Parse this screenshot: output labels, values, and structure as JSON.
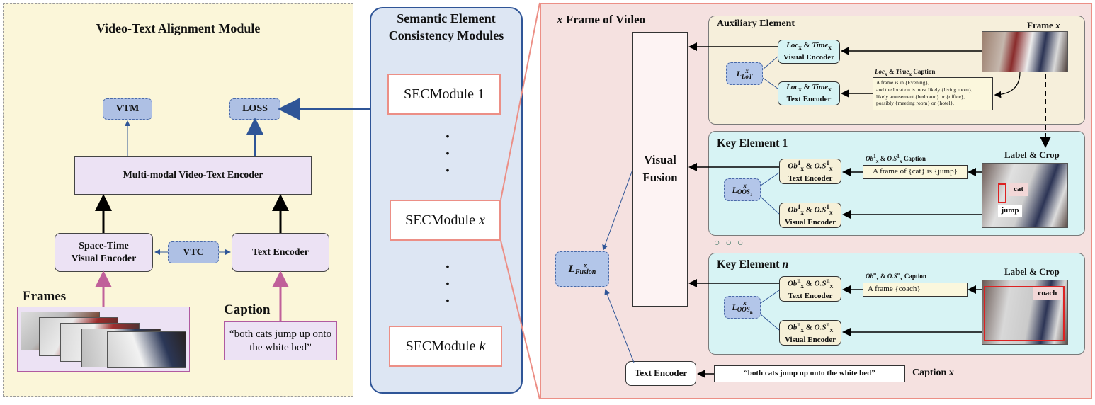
{
  "left": {
    "title": "Video-Text Alignment Module",
    "vtm": "VTM",
    "loss": "LOSS",
    "encoder": "Multi-modal Video-Text Encoder",
    "st_line1": "Space-Time",
    "st_line2": "Visual Encoder",
    "vtc": "VTC",
    "text_encoder": "Text Encoder",
    "frames_label": "Frames",
    "caption_label": "Caption",
    "caption_text": "“both cats jump up onto the white bed”"
  },
  "middle": {
    "title_line1": "Semantic Element",
    "title_line2": "Consistency Modules",
    "module1": "SECModule 1",
    "modulex_prefix": "SECModule",
    "modulex_var": "x",
    "modulek_prefix": "SECModule",
    "modulek_var": "k"
  },
  "right": {
    "title_var": "x",
    "title_text": "Frame of Video",
    "visual_fusion_line1": "Visual",
    "visual_fusion_line2": "Fusion",
    "fusion_loss_main": "L",
    "fusion_loss_sup": "x",
    "fusion_loss_sub": "Fusion",
    "text_encoder": "Text Encoder",
    "caption_text": "“both cats jump up onto the white bed”",
    "caption_label": "Caption",
    "caption_var": "x",
    "aux": {
      "title": "Auxiliary Element",
      "frame_label": "Frame",
      "frame_var": "x",
      "loc": "Loc",
      "time": "Time",
      "and": "&",
      "sub": "x",
      "visual_encoder": "Visual Encoder",
      "text_encoder": "Text Encoder",
      "loss_main": "L",
      "loss_sup": "x",
      "loss_sub": "LoT",
      "caption_heading_suffix": "Caption",
      "caption_lines": [
        "A frame is in {Evening},",
        "and the location is most likely {living room},",
        "likely amusement {bedroom} or {office},",
        "possibly {meeting room} or {hotel}."
      ]
    },
    "key1": {
      "title": "Key Element 1",
      "label_crop": "Label & Crop",
      "ob": "Ob",
      "os": "O.S",
      "and": "&",
      "sup": "1",
      "sub": "x",
      "text_encoder": "Text Encoder",
      "visual_encoder": "Visual Encoder",
      "caption_heading_suffix": "Caption",
      "caption": "A frame of {cat} is {jump}",
      "loss_main": "L",
      "loss_sup": "x",
      "loss_sub": "OOS",
      "loss_subsub": "1",
      "tag_cat": "cat",
      "tag_jump": "jump"
    },
    "keyn": {
      "title_prefix": "Key Element",
      "title_var": "n",
      "label_crop": "Label & Crop",
      "ob": "Ob",
      "os": "O.S",
      "and": "&",
      "sup": "n",
      "sub": "x",
      "text_encoder": "Text Encoder",
      "visual_encoder": "Visual Encoder",
      "caption_heading_suffix": "Caption",
      "caption": "A frame {coach}",
      "loss_main": "L",
      "loss_sup": "x",
      "loss_sub": "OOS",
      "loss_subsub": "n",
      "tag_coach": "coach"
    },
    "circles": [
      "○",
      "○",
      "○"
    ]
  },
  "colors": {
    "left_panel": "#fbf6d9",
    "middle_panel": "#dde6f3",
    "middle_border": "#2f5597",
    "right_panel": "#f5e1e0",
    "right_border": "#ec8f86",
    "auxiliary_bg": "#f6efdb",
    "key_bg": "#d7f3f4",
    "lavender": "#ece2f4",
    "loss_blue": "#aec0e4",
    "pink_arrow": "#c0609a"
  }
}
